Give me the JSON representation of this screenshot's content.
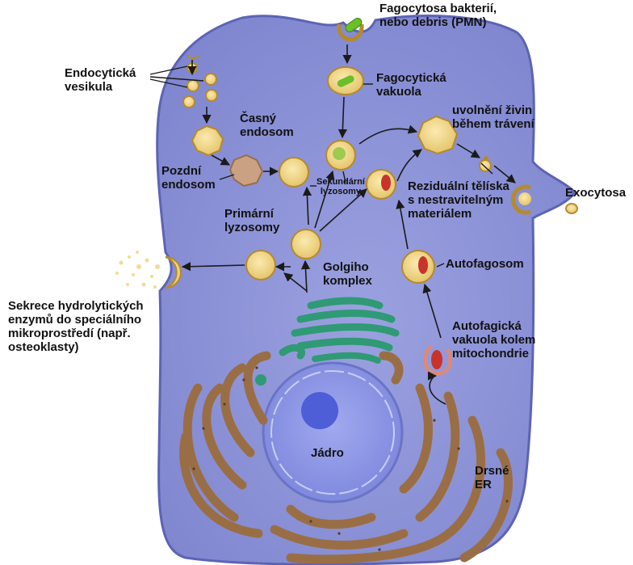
{
  "colors": {
    "cytoplasm": "#8f95d8",
    "cell_outline": "#5d63b4",
    "vesicle_fill": "#f0d98c",
    "vesicle_rim": "#b58a2c",
    "golgi": "#2f9a74",
    "er": "#9a6e45",
    "nucleus": "#8e98e6",
    "nucleolus": "#4d5ed6",
    "bacteria": "#6abf2a",
    "mitochondria": "#c8332b"
  },
  "labels": {
    "fagocytosa": "Fagocytosa bakterií,\nnebo debris (PMN)",
    "endocyticka_vesikula": "Endocytická\nvesikula",
    "fagocyticka_vakuola": "Fagocytická\nvakuola",
    "uvolneni_zivin": "uvolnění živin\nběhem trávení",
    "casny_endosom": "Časný\nendosom",
    "pozdni_endosom": "Pozdní\nendosom",
    "sekundarni_lyzosomy": "Sekundární\nlyzosomy",
    "rezidualni_teliska": "Reziduální tělíska\ns nestravitelným\nmateriálem",
    "exocytosa": "Exocytosa",
    "primarni_lyzosomy": "Primární\nlyzosomy",
    "autofagosom": "Autofagosom",
    "golgiho_komplex": "Golgiho\nkomplex",
    "sekrece": "Sekrece hydrolytických\nenzymů do speciálního\nmikroprostředí (např.\nosteoklasty)",
    "autofagicka_vakuola": "Autofagická\nvakuola kolem\nmitochondrie",
    "jadro": "Jádro",
    "drsne_er": "Drsné\nER"
  }
}
